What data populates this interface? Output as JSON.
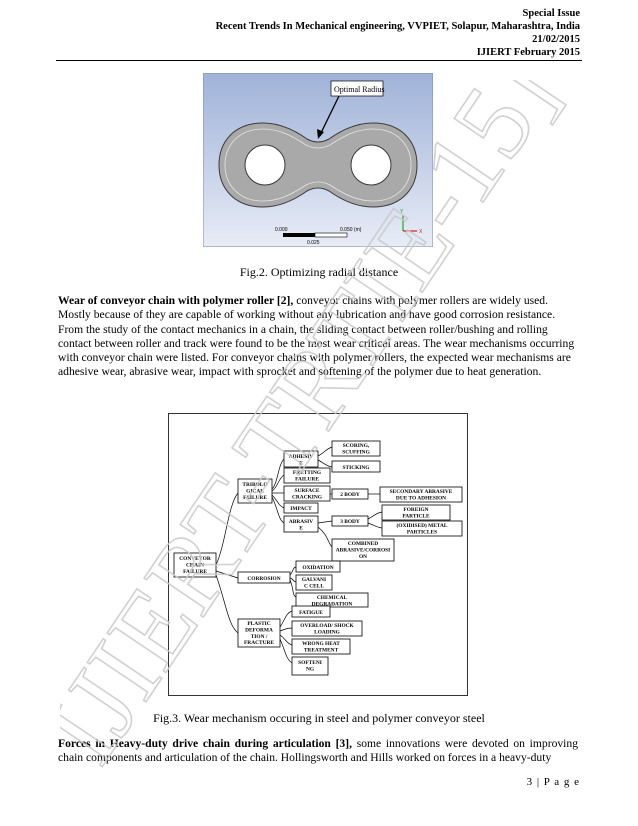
{
  "header": {
    "line1": "Special Issue",
    "line2": "Recent Trends In Mechanical engineering, VVPIET, Solapur, Maharashtra, India",
    "line3": "21/02/2015",
    "line4": "IJIERT February 2015"
  },
  "watermark": {
    "text": "IJIERT-TRTIE-15]"
  },
  "fig2": {
    "annotation": "Optimal Radius",
    "scale_left": "0.000",
    "scale_right": "0.050 (m)",
    "scale_mid": "0.025",
    "axis_y": "Y",
    "axis_x": "X",
    "caption": "Fig.2. Optimizing radial distance"
  },
  "para1": {
    "title": "Wear of conveyor chain with polymer roller [2],",
    "body": " conveyor chains with polymer rollers are widely used. Mostly because of they are capable of working without any lubrication and have good corrosion resistance. From the study of the contact mechanics in a chain, the sliding contact between roller/bushing and rolling contact between roller and track were found to be the most wear critical areas. The wear mechanisms occurring with conveyor chain were listed. For conveyor chains with polymer rollers, the expected wear mechanisms are adhesive wear, abrasive wear, impact with sprocket and softening of the polymer due to heat generation."
  },
  "fig3": {
    "caption": "Fig.3. Wear mechanism occuring in steel and polymer conveyor steel",
    "root": [
      "CONVEYOR",
      "CHAIN",
      "FAILURE"
    ],
    "tribo": [
      "TRIBOLO",
      "GICAL",
      "FAILURE"
    ],
    "corrosion": [
      "CORROSION"
    ],
    "plastic": [
      "PLASTIC",
      "DEFORMA",
      "TION /",
      "FRACTURE"
    ],
    "adhesive": [
      "ADHESIV",
      "E"
    ],
    "fretting": [
      "FRETTING",
      "FAILURE"
    ],
    "surface": [
      "SURFACE",
      "CRACKING"
    ],
    "impact": [
      "IMPACT"
    ],
    "abrasive": [
      "ABRASIV",
      "E"
    ],
    "scoring": [
      "SCORING,",
      "SCUFFING"
    ],
    "sticking": [
      "STICKING"
    ],
    "body2": [
      "2 BODY"
    ],
    "body3": [
      "3 BODY"
    ],
    "secondary": [
      "SECONDARY ABRASIVE",
      "DUE TO ADHESION"
    ],
    "foreign": [
      "FOREIGN",
      "PARTICLE"
    ],
    "oxidised": [
      "(OXIDISED) METAL",
      "PARTICLES"
    ],
    "combined": [
      "COMBINED",
      "ABRASIVE/CORROSI",
      "ON"
    ],
    "oxidation": [
      "OXIDATION"
    ],
    "galvanic": [
      "GALVANI",
      "C CELL"
    ],
    "chemical": [
      "CHEMICAL",
      "DEGRADATION"
    ],
    "fatigue": [
      "FATIGUE"
    ],
    "overload": [
      "OVERLOAD/ SHOCK",
      "LOADING"
    ],
    "wrongheat": [
      "WRONG HEAT",
      "TREATMENT"
    ],
    "softening": [
      "SOFTENI",
      "NG"
    ]
  },
  "para2": {
    "title": "Forces in Heavy-duty drive chain during articulation [3],",
    "body": " some innovations were devoted on improving chain components and articulation of the chain. Hollingsworth and Hills worked on forces in a heavy-duty"
  },
  "footer": {
    "page": "3 | P a g e"
  }
}
